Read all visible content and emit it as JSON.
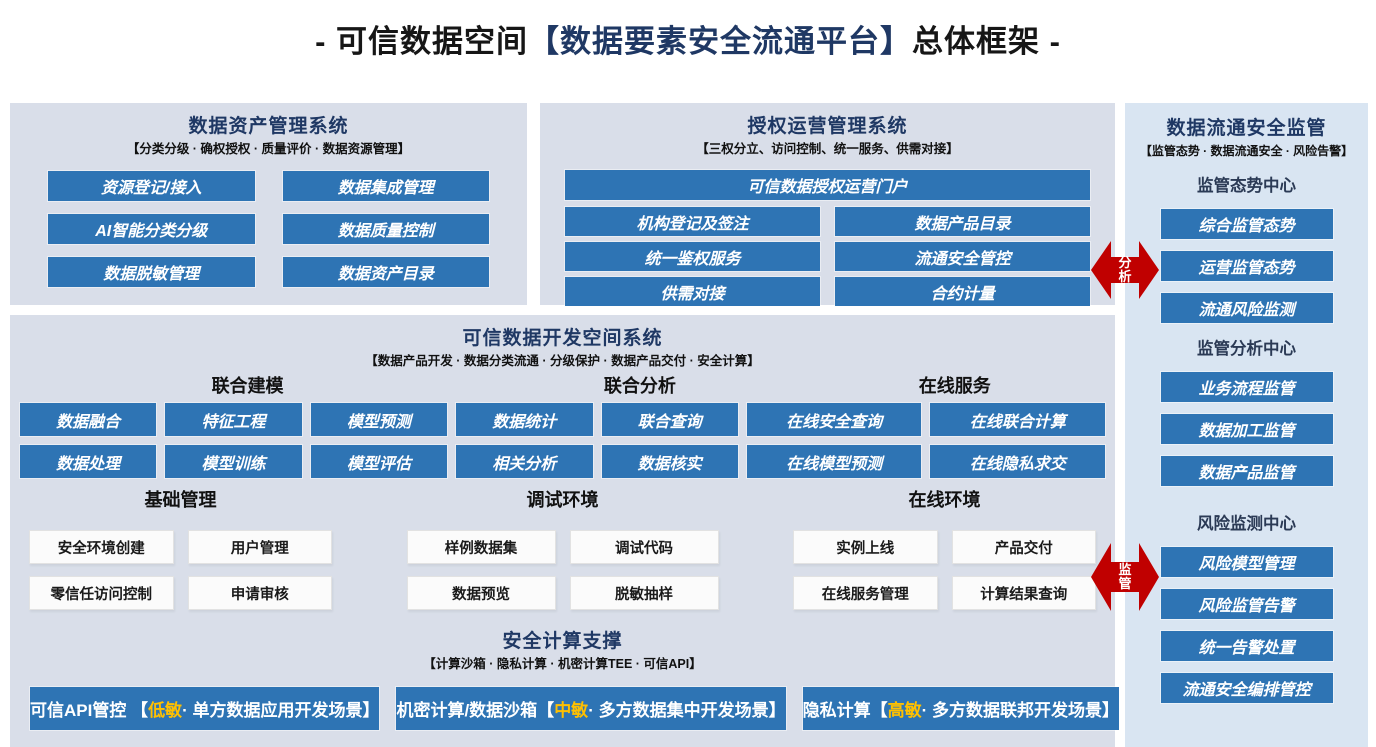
{
  "page_title": {
    "parts": [
      {
        "text": "- 可信数据空间",
        "color": "dark"
      },
      {
        "text": "【数据要素安全流通平台】",
        "color": "navy"
      },
      {
        "text": "总体框架 -",
        "color": "dark"
      }
    ]
  },
  "colors": {
    "box_blue": "#2E74B4",
    "panel_bg": "#D9DEE9",
    "supervision_panel_bg": "#D9E5F2",
    "navy_title": "#1F3864",
    "arrow_red": "#C00000",
    "sensitivity_yellow": "#FFC000",
    "white_box_bg": "#FBFBFB"
  },
  "asset_panel": {
    "title": "数据资产管理系统",
    "subtitle": "【分类分级 · 确权授权 · 质量评价 · 数据资源管理】",
    "buttons": [
      "资源登记/接入",
      "数据集成管理",
      "AI智能分类分级",
      "数据质量控制",
      "数据脱敏管理",
      "数据资产目录"
    ]
  },
  "operation_panel": {
    "title": "授权运营管理系统",
    "subtitle": "【三权分立、访问控制、统一服务、供需对接】",
    "portal_button": "可信数据授权运营门户",
    "buttons": [
      "机构登记及签注",
      "数据产品目录",
      "统一鉴权服务",
      "流通安全管控",
      "供需对接",
      "合约计量"
    ]
  },
  "dev_panel": {
    "title": "可信数据开发空间系统",
    "subtitle": "【数据产品开发 · 数据分类流通 · 分级保护 · 数据产品交付 · 安全计算】",
    "function_group_headers": [
      "联合建模",
      "联合分析",
      "在线服务"
    ],
    "function_row1": [
      "数据融合",
      "特征工程",
      "模型预测",
      "数据统计",
      "联合查询",
      "在线安全查询",
      "在线联合计算"
    ],
    "function_row2": [
      "数据处理",
      "模型训练",
      "模型评估",
      "相关分析",
      "数据核实",
      "在线模型预测",
      "在线隐私求交"
    ],
    "env_groups": [
      {
        "label": "基础管理",
        "buttons": [
          "安全环境创建",
          "用户管理",
          "零信任访问控制",
          "申请审核"
        ]
      },
      {
        "label": "调试环境",
        "buttons": [
          "样例数据集",
          "调试代码",
          "数据预览",
          "脱敏抽样"
        ]
      },
      {
        "label": "在线环境",
        "buttons": [
          "实例上线",
          "产品交付",
          "在线服务管理",
          "计算结果查询"
        ]
      }
    ],
    "support": {
      "title": "安全计算支撑",
      "subtitle": "【计算沙箱 · 隐私计算 · 机密计算TEE · 可信API】",
      "buttons": [
        {
          "prefix": "可信API管控 【",
          "level": "低敏",
          "suffix": " · 单方数据应用开发场景】"
        },
        {
          "prefix": "机密计算/数据沙箱【",
          "level": "中敏",
          "suffix": " · 多方数据集中开发场景】"
        },
        {
          "prefix": "隐私计算【",
          "level": "高敏",
          "suffix": " · 多方数据联邦开发场景】"
        }
      ]
    }
  },
  "supervision_panel": {
    "title": "数据流通安全监管",
    "subtitle": "【监管态势 · 数据流通安全 · 风险告警】",
    "sections": [
      {
        "label": "监管态势中心",
        "buttons": [
          "综合监管态势",
          "运营监管态势",
          "流通风险监测"
        ]
      },
      {
        "label": "监管分析中心",
        "buttons": [
          "业务流程监管",
          "数据加工监管",
          "数据产品监管"
        ]
      },
      {
        "label": "风险监测中心",
        "buttons": [
          "风险模型管理",
          "风险监管告警",
          "统一告警处置",
          "流通安全编排管控"
        ]
      }
    ]
  },
  "arrows": [
    {
      "label": "分析"
    },
    {
      "label": "监管"
    }
  ]
}
